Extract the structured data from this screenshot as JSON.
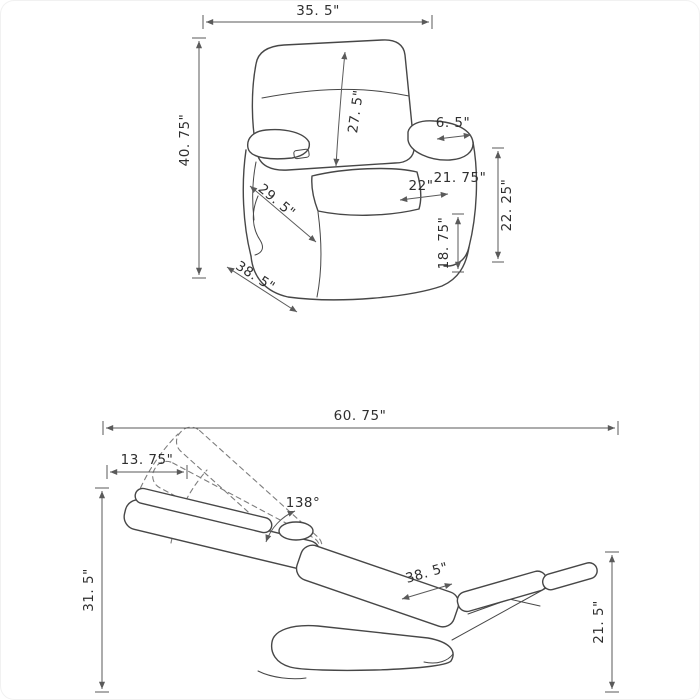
{
  "colors": {
    "chair_line": "#474747",
    "dimension_line": "#5a5a5a",
    "ghost_line": "#7d7d7d",
    "text": "#2f2f2f",
    "background": "#ffffff"
  },
  "upright_view": {
    "overall_width": "35. 5\"",
    "overall_height": "40. 75\"",
    "back_height": "27. 5\"",
    "armrest_width": "6. 5\"",
    "seat_width": "22\"",
    "seat_depth": "21. 75\"",
    "inner_depth": "29. 5\"",
    "arm_height": "22. 25\"",
    "seat_height": "18. 75\"",
    "overall_depth": "38. 5\""
  },
  "reclined_view": {
    "overall_length": "60. 75\"",
    "headrest_extension": "13. 75\"",
    "recline_angle": "138°",
    "backrest_length": "38. 5\"",
    "overall_height": "31. 5\"",
    "footrest_height": "21. 5\""
  }
}
